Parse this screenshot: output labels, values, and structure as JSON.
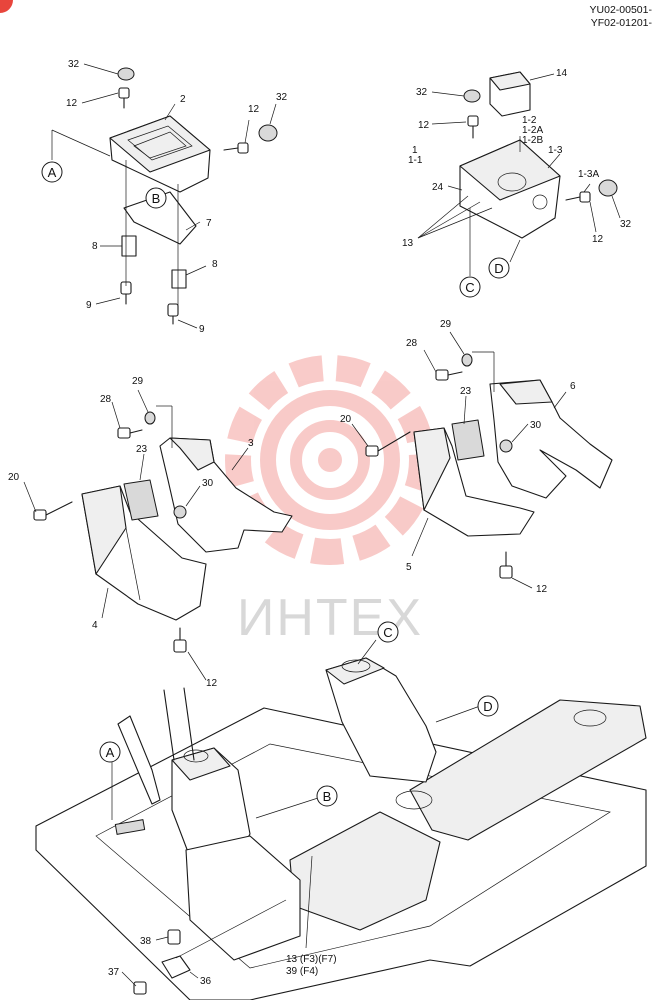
{
  "header": {
    "code_line1": "YU02-00501-",
    "code_line2": "YF02-01201-"
  },
  "watermark": {
    "text": "ИНТЕХ",
    "color": "#e8453c"
  },
  "callouts": {
    "A": "A",
    "B": "B",
    "C": "C",
    "D": "D"
  },
  "labels": {
    "l32a": "32",
    "l12a": "12",
    "l2": "2",
    "l12b": "12",
    "l32b": "32",
    "l7": "7",
    "l8a": "8",
    "l8b": "8",
    "l9a": "9",
    "l9b": "9",
    "l14": "14",
    "l32c": "32",
    "l12c": "12",
    "l1_2": "1-2",
    "l1_2A": "1-2A",
    "l1_2B": "1-2B",
    "l1": "1",
    "l1_1": "1-1",
    "l1_3": "1-3",
    "l24": "24",
    "l1_3A": "1-3A",
    "l13": "13",
    "l12d": "12",
    "l32d": "32",
    "l29a": "29",
    "l28a": "28",
    "l20a": "20",
    "l23a": "23",
    "l3": "3",
    "l30a": "30",
    "l4": "4",
    "l12e": "12",
    "l29b": "29",
    "l28b": "28",
    "l6": "6",
    "l20b": "20",
    "l23b": "23",
    "l30b": "30",
    "l5": "5",
    "l12f": "12",
    "l38": "38",
    "l37": "37",
    "l36": "36",
    "l13f": "13 (F3)(F7)",
    "l39f": "39 (F4)"
  }
}
